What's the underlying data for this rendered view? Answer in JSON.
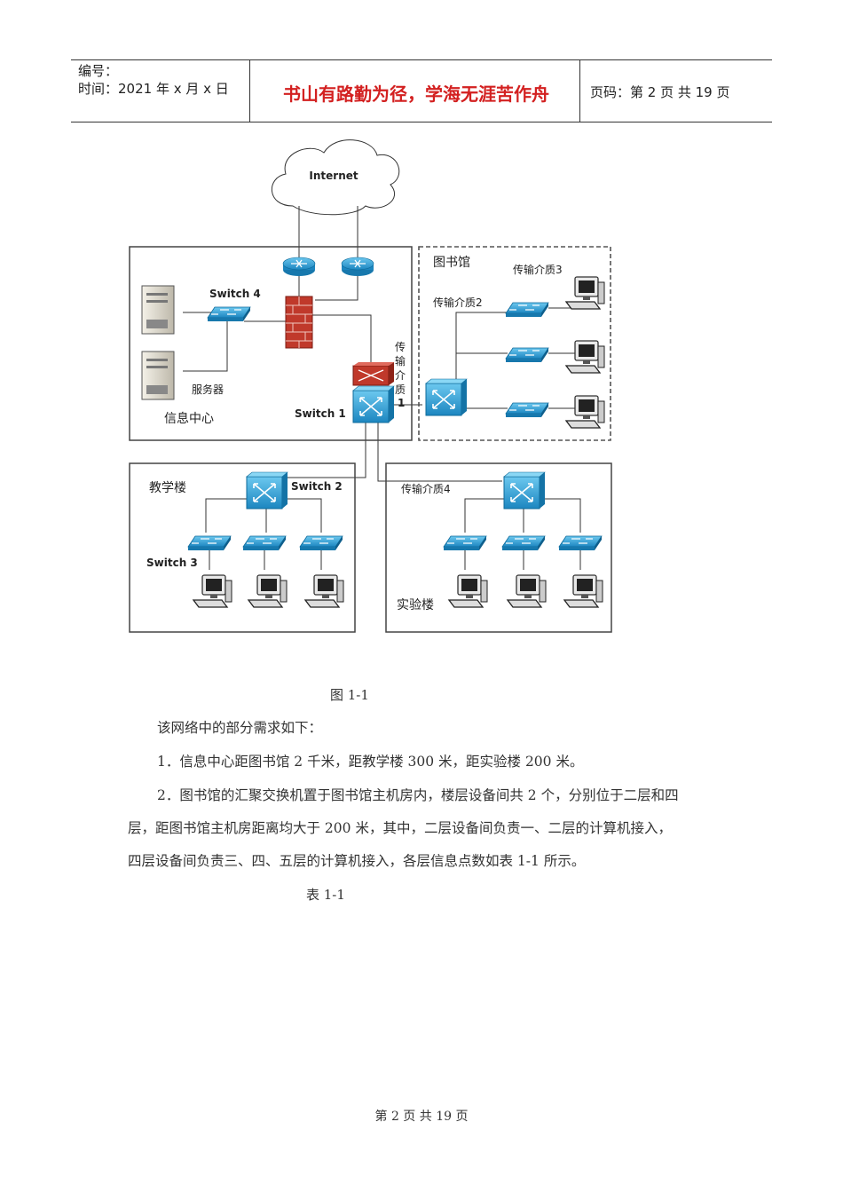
{
  "header": {
    "number_label": "编号：",
    "time_label": "时间：2021 年 x 月 x 日",
    "motto": "书山有路勤为径，学海无涯苦作舟",
    "page_label": "页码：第 2 页  共 19 页"
  },
  "diagram": {
    "internet": "Internet",
    "library": "图书馆",
    "medium3": "传输介质3",
    "medium2": "传输介质2",
    "switch4": "Switch 4",
    "server": "服务器",
    "info_center": "信息中心",
    "switch1": "Switch 1",
    "medium1_chars": [
      "传",
      "输",
      "介",
      "质",
      "1"
    ],
    "teaching": "教学楼",
    "switch2": "Switch 2",
    "switch3": "Switch 3",
    "medium4": "传输介质4",
    "lab": "实验楼"
  },
  "figure_caption": "图 1-1",
  "paragraphs": [
    "该网络中的部分需求如下：",
    "1．信息中心距图书馆 2 千米，距教学楼 300 米，距实验楼 200 米。",
    "2．图书馆的汇聚交换机置于图书馆主机房内，楼层设备间共 2 个，分别位于二层和四",
    "层，距图书馆主机房距离均大于 200 米，其中，二层设备间负责一、二层的计算机接入，",
    "四层设备间负责三、四、五层的计算机接入，各层信息点数如表 1-1 所示。"
  ],
  "table_caption": "表 1-1",
  "footer": "第  2  页  共  19  页",
  "colors": {
    "motto": "#d32020",
    "device": "#2a9ad0",
    "firewall": "#c0392b"
  }
}
